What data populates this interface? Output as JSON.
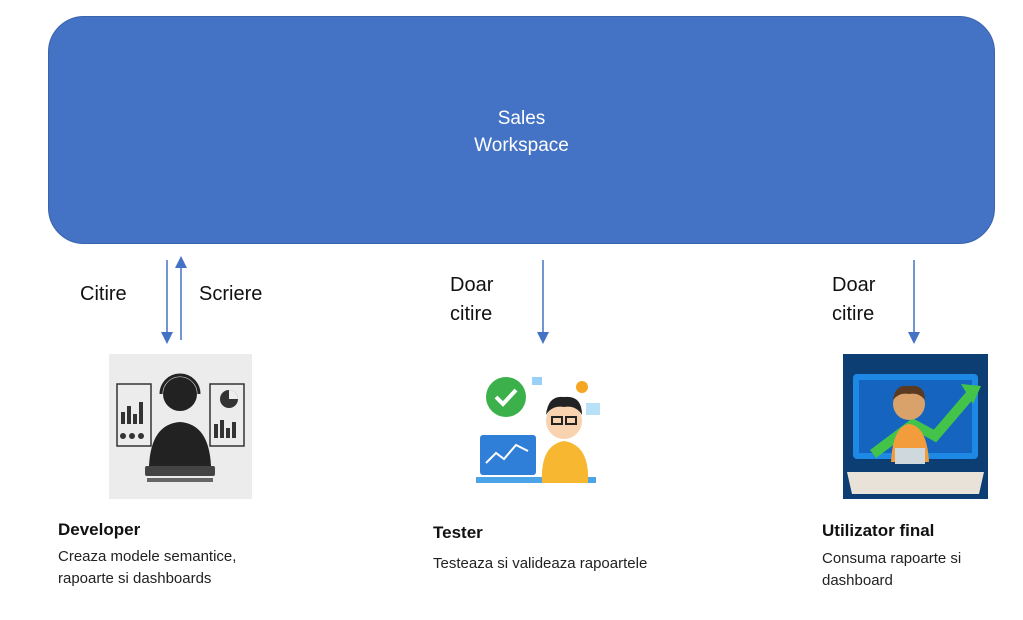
{
  "workspace": {
    "title": "Sales\nWorkspace",
    "color": "#4472c4"
  },
  "arrow_color": "#4472c4",
  "connections": {
    "developer_read": "Citire",
    "developer_write": "Scriere",
    "tester_read": "Doar\ncitire",
    "enduser_read": "Doar\ncitire"
  },
  "roles": [
    {
      "title": "Developer",
      "description": "Creaza modele semantice,\nrapoarte si dashboards",
      "icon": "developer-illustration"
    },
    {
      "title": "Tester",
      "description": "Testeaza si valideaza rapoartele",
      "icon": "tester-illustration"
    },
    {
      "title": "Utilizator final",
      "description": "Consuma rapoarte si\ndashboard",
      "icon": "end-user-illustration"
    }
  ]
}
